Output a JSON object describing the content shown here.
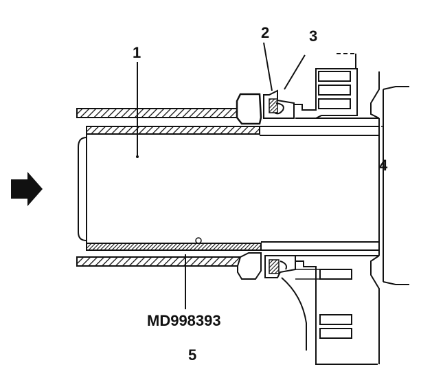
{
  "diagram": {
    "callouts": {
      "c1": "1",
      "c2": "2",
      "c3": "3",
      "c4": "4",
      "c5": "5"
    },
    "tool_code": "MD998393",
    "colors": {
      "ink": "#111111",
      "background": "#ffffff"
    },
    "icons": {
      "direction": "right-arrow-icon"
    }
  }
}
